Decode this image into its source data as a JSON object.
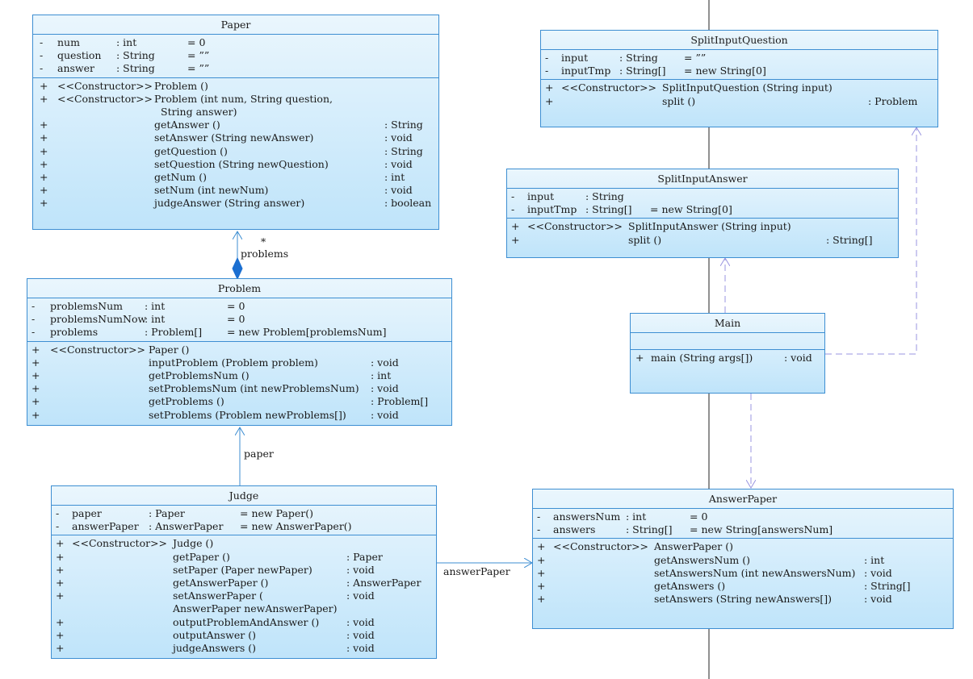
{
  "classes": {
    "paper": {
      "name": "Paper",
      "attributes": [
        {
          "vis": "-",
          "name": "num",
          "type": ": int",
          "init": "= 0"
        },
        {
          "vis": "-",
          "name": "question",
          "type": ": String",
          "init": "= ””"
        },
        {
          "vis": "-",
          "name": "answer",
          "type": ": String",
          "init": "= ””"
        }
      ],
      "operations": [
        {
          "vis": "+",
          "stereo": "<<Constructor>>",
          "name": "Problem ()",
          "ret": ""
        },
        {
          "vis": "+",
          "stereo": "<<Constructor>>",
          "name": "Problem (int num, String question,",
          "ret": ""
        },
        {
          "vis": "",
          "stereo": "",
          "name": "String answer)",
          "ret": ""
        },
        {
          "vis": "+",
          "stereo": "",
          "name": "getAnswer ()",
          "ret": ": String"
        },
        {
          "vis": "+",
          "stereo": "",
          "name": "setAnswer (String newAnswer)",
          "ret": ": void"
        },
        {
          "vis": "+",
          "stereo": "",
          "name": "getQuestion ()",
          "ret": ": String"
        },
        {
          "vis": "+",
          "stereo": "",
          "name": "setQuestion (String newQuestion)",
          "ret": ": void"
        },
        {
          "vis": "+",
          "stereo": "",
          "name": "getNum ()",
          "ret": ": int"
        },
        {
          "vis": "+",
          "stereo": "",
          "name": "setNum (int newNum)",
          "ret": ": void"
        },
        {
          "vis": "+",
          "stereo": "",
          "name": "judgeAnswer (String answer)",
          "ret": ": boolean"
        }
      ]
    },
    "problem": {
      "name": "Problem",
      "attributes": [
        {
          "vis": "-",
          "name": "problemsNum",
          "type": ": int",
          "init": "= 0"
        },
        {
          "vis": "-",
          "name": "problemsNumNow",
          "type": ": int",
          "init": "= 0"
        },
        {
          "vis": "-",
          "name": "problems",
          "type": ": Problem[]",
          "init": "= new Problem[problemsNum]"
        }
      ],
      "operations": [
        {
          "vis": "+",
          "stereo": "<<Constructor>>",
          "name": "Paper ()",
          "ret": ""
        },
        {
          "vis": "+",
          "stereo": "",
          "name": "inputProblem (Problem problem)",
          "ret": ": void"
        },
        {
          "vis": "+",
          "stereo": "",
          "name": "getProblemsNum ()",
          "ret": ": int"
        },
        {
          "vis": "+",
          "stereo": "",
          "name": "setProblemsNum (int newProblemsNum)",
          "ret": ": void"
        },
        {
          "vis": "+",
          "stereo": "",
          "name": "getProblems ()",
          "ret": ": Problem[]"
        },
        {
          "vis": "+",
          "stereo": "",
          "name": "setProblems (Problem newProblems[])",
          "ret": ": void"
        }
      ]
    },
    "judge": {
      "name": "Judge",
      "attributes": [
        {
          "vis": "-",
          "name": "paper",
          "type": ": Paper",
          "init": "= new Paper()"
        },
        {
          "vis": "-",
          "name": "answerPaper",
          "type": ": AnswerPaper",
          "init": "= new AnswerPaper()"
        }
      ],
      "operations": [
        {
          "vis": "+",
          "stereo": "<<Constructor>>",
          "name": "Judge ()",
          "ret": ""
        },
        {
          "vis": "+",
          "stereo": "",
          "name": "getPaper ()",
          "ret": ": Paper"
        },
        {
          "vis": "+",
          "stereo": "",
          "name": "setPaper (Paper newPaper)",
          "ret": ": void"
        },
        {
          "vis": "+",
          "stereo": "",
          "name": "getAnswerPaper ()",
          "ret": ": AnswerPaper"
        },
        {
          "vis": "+",
          "stereo": "",
          "name": "setAnswerPaper (",
          "ret": ": void"
        },
        {
          "vis": "",
          "stereo": "",
          "name": "AnswerPaper newAnswerPaper)",
          "ret": ""
        },
        {
          "vis": "+",
          "stereo": "",
          "name": "outputProblemAndAnswer ()",
          "ret": ": void"
        },
        {
          "vis": "+",
          "stereo": "",
          "name": "outputAnswer ()",
          "ret": ": void"
        },
        {
          "vis": "+",
          "stereo": "",
          "name": "judgeAnswers ()",
          "ret": ": void"
        }
      ]
    },
    "split_input_question": {
      "name": "SplitInputQuestion",
      "attributes": [
        {
          "vis": "-",
          "name": "input",
          "type": ": String",
          "init": "= ””"
        },
        {
          "vis": "-",
          "name": "inputTmp",
          "type": ": String[]",
          "init": "= new String[0]"
        }
      ],
      "operations": [
        {
          "vis": "+",
          "stereo": "<<Constructor>>",
          "name": "SplitInputQuestion (String input)",
          "ret": ""
        },
        {
          "vis": "+",
          "stereo": "",
          "name": "split ()",
          "ret": ": Problem"
        }
      ]
    },
    "split_input_answer": {
      "name": "SplitInputAnswer",
      "attributes": [
        {
          "vis": "-",
          "name": "input",
          "type": ": String",
          "init": ""
        },
        {
          "vis": "-",
          "name": "inputTmp",
          "type": ": String[]",
          "init": "= new String[0]"
        }
      ],
      "operations": [
        {
          "vis": "+",
          "stereo": "<<Constructor>>",
          "name": "SplitInputAnswer (String input)",
          "ret": ""
        },
        {
          "vis": "+",
          "stereo": "",
          "name": "split ()",
          "ret": ": String[]"
        }
      ]
    },
    "main": {
      "name": "Main",
      "attributes": [],
      "operations": [
        {
          "vis": "+",
          "stereo": "",
          "name": "main (String args[])",
          "ret": ": void"
        }
      ]
    },
    "answer_paper": {
      "name": "AnswerPaper",
      "attributes": [
        {
          "vis": "-",
          "name": "answersNum",
          "type": ": int",
          "init": "= 0"
        },
        {
          "vis": "-",
          "name": "answers",
          "type": ": String[]",
          "init": "= new String[answersNum]"
        }
      ],
      "operations": [
        {
          "vis": "+",
          "stereo": "<<Constructor>>",
          "name": "AnswerPaper ()",
          "ret": ""
        },
        {
          "vis": "+",
          "stereo": "",
          "name": "getAnswersNum ()",
          "ret": ": int"
        },
        {
          "vis": "+",
          "stereo": "",
          "name": "setAnswersNum (int newAnswersNum)",
          "ret": ": void"
        },
        {
          "vis": "+",
          "stereo": "",
          "name": "getAnswers ()",
          "ret": ": String[]"
        },
        {
          "vis": "+",
          "stereo": "",
          "name": "setAnswers (String newAnswers[])",
          "ret": ": void"
        }
      ]
    }
  },
  "associations": {
    "problems": {
      "label": "problems",
      "multiplicity": "*"
    },
    "paper": {
      "label": "paper"
    },
    "answer_paper": {
      "label": "answerPaper"
    }
  },
  "colors": {
    "border": "#3d8ed2",
    "fill_top": "#eaf6fd",
    "fill_bottom": "#bfe4fa",
    "dependency": "#9a95e0"
  }
}
